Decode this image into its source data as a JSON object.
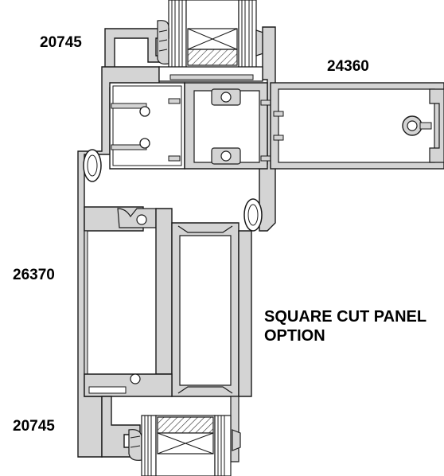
{
  "labels": {
    "top_left": "20745",
    "top_right": "24360",
    "mid_left": "26370",
    "bottom_left": "20745",
    "note": "SQUARE CUT PANEL\nOPTION"
  },
  "colors": {
    "profile_fill": "#d4d4d4",
    "profile_stroke": "#1a1a1a",
    "glazing_fill": "#ffffff",
    "background": "#ffffff"
  }
}
